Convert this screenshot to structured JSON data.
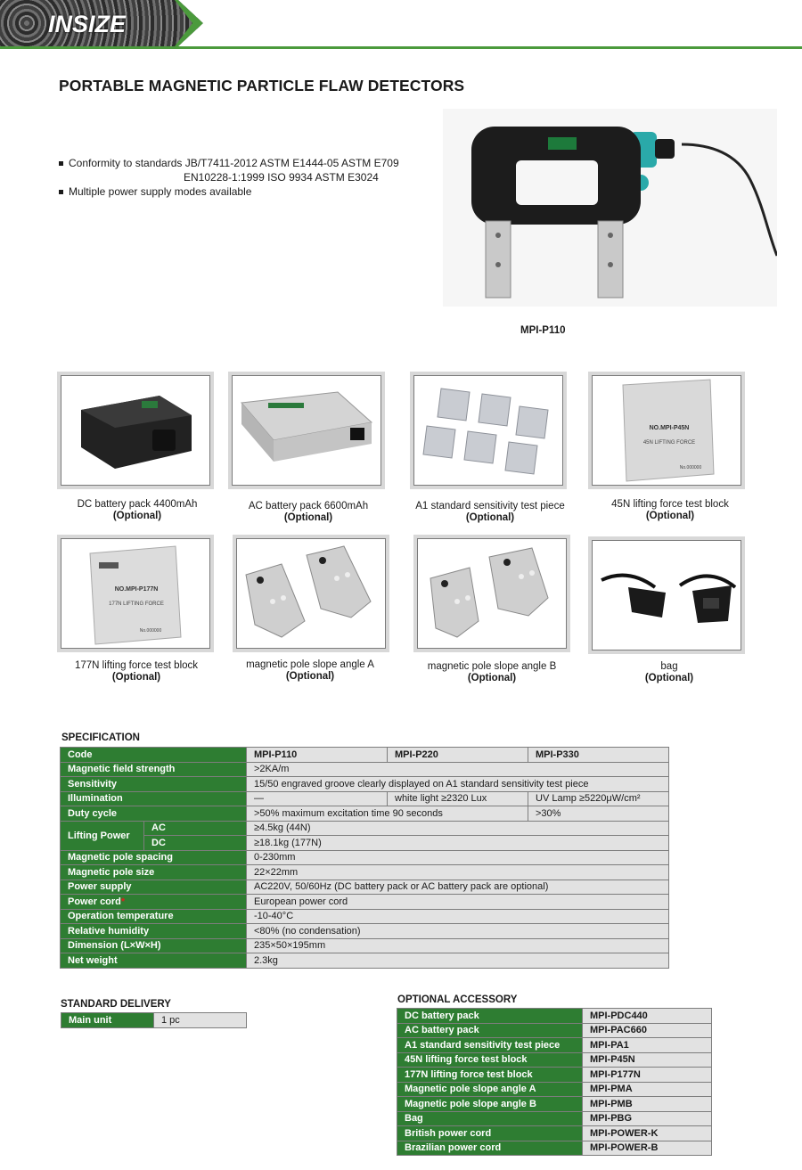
{
  "brand": {
    "logo_text": "INSIZE",
    "accent": "#4b9a3c",
    "table_green": "#2e7d32"
  },
  "title": "PORTABLE MAGNETIC PARTICLE FLAW DETECTORS",
  "features": {
    "line1": "Conformity to standards JB/T7411-2012  ASTM E1444-05  ASTM E709",
    "line1_cont": "EN10228-1:1999  ISO 9934   ASTM E3024",
    "line2": "Multiple power supply modes available"
  },
  "main_product": {
    "caption": "MPI-P110"
  },
  "accessories": [
    {
      "name": "DC battery pack 4400mAh",
      "optional": "(Optional)"
    },
    {
      "name": "AC battery pack 6600mAh",
      "optional": "(Optional)"
    },
    {
      "name": "A1 standard sensitivity test piece",
      "optional": "(Optional)"
    },
    {
      "name": "45N lifting force test block",
      "optional": "(Optional)",
      "label_a": "NO.MPI-P45N",
      "label_b": "45N LIFTING FORCE",
      "label_c": "No.000000"
    },
    {
      "name": "177N lifting force test block",
      "optional": "(Optional)",
      "label_a": "NO.MPI-P177N",
      "label_b": "177N LIFTING FORCE",
      "label_c": "No.000000"
    },
    {
      "name": "magnetic pole slope angle A",
      "optional": "(Optional)"
    },
    {
      "name": "magnetic pole slope angle B",
      "optional": "(Optional)"
    },
    {
      "name": "bag",
      "optional": "(Optional)"
    }
  ],
  "spec": {
    "title": "SPECIFICATION",
    "code_label": "Code",
    "models": [
      "MPI-P110",
      "MPI-P220",
      "MPI-P330"
    ],
    "field_strength": {
      "label": "Magnetic field strength",
      "value": ">2KA/m"
    },
    "sensitivity": {
      "label": "Sensitivity",
      "value": "15/50 engraved groove clearly displayed on A1 standard sensitivity test piece"
    },
    "illumination": {
      "label": "Illumination",
      "p110": "—",
      "p220": "white light ≥2320 Lux",
      "p330": "UV Lamp ≥5220μW/cm²"
    },
    "duty_cycle": {
      "label": "Duty cycle",
      "value": ">50% maximum excitation time 90 seconds",
      "p330": ">30%"
    },
    "lifting_power": {
      "label": "Lifting Power",
      "ac_label": "AC",
      "ac_value": "≥4.5kg (44N)",
      "dc_label": "DC",
      "dc_value": "≥18.1kg (177N)"
    },
    "pole_spacing": {
      "label": "Magnetic pole spacing",
      "value": "0-230mm"
    },
    "pole_size": {
      "label": "Magnetic pole size",
      "value": "22×22mm"
    },
    "power_supply": {
      "label": "Power supply",
      "value": "AC220V, 50/60Hz (DC battery pack or AC battery pack are optional)"
    },
    "power_cord": {
      "label": "Power cord",
      "mark": "*",
      "value": "European power cord"
    },
    "op_temp": {
      "label": "Operation temperature",
      "value": "-10-40°C"
    },
    "humidity": {
      "label": "Relative humidity",
      "value": "<80% (no condensation)"
    },
    "dimension": {
      "label": "Dimension (L×W×H)",
      "value": "235×50×195mm"
    },
    "net_weight": {
      "label": "Net weight",
      "value": "2.3kg"
    }
  },
  "standard_delivery": {
    "title": "STANDARD  DELIVERY",
    "item": "Main unit",
    "qty": "1 pc"
  },
  "optional_accessory": {
    "title": "OPTIONAL  ACCESSORY",
    "rows": [
      {
        "name": "DC battery pack",
        "code": "MPI-PDC440"
      },
      {
        "name": "AC battery pack",
        "code": "MPI-PAC660"
      },
      {
        "name": "A1 standard sensitivity test piece",
        "code": "MPI-PA1"
      },
      {
        "name": "45N lifting force test block",
        "code": "MPI-P45N"
      },
      {
        "name": "177N lifting force test block",
        "code": "MPI-P177N"
      },
      {
        "name": "Magnetic pole slope angle A",
        "code": "MPI-PMA"
      },
      {
        "name": "Magnetic pole slope angle B",
        "code": "MPI-PMB"
      },
      {
        "name": "Bag",
        "code": "MPI-PBG"
      },
      {
        "name": "British power cord",
        "code": "MPI-POWER-K"
      },
      {
        "name": "Brazilian power cord",
        "code": "MPI-POWER-B"
      }
    ]
  }
}
